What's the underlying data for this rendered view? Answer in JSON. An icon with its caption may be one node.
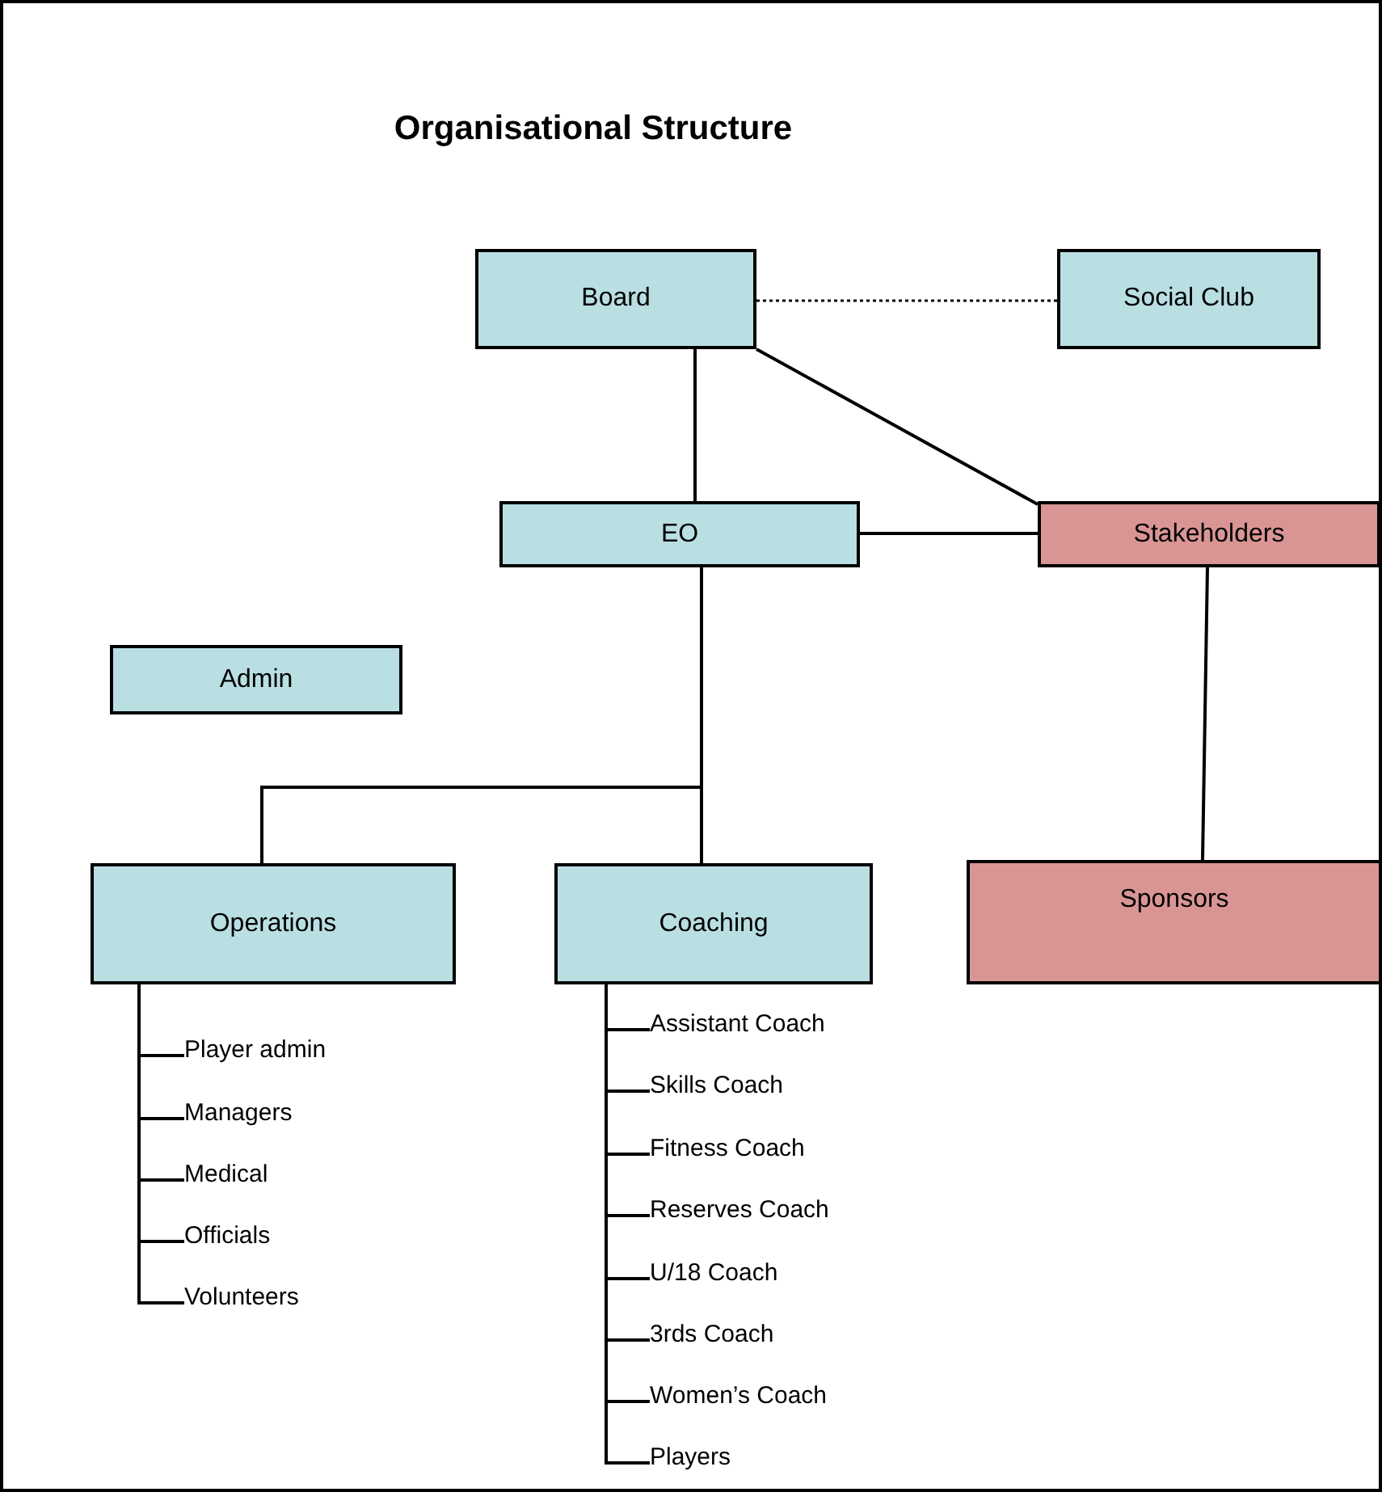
{
  "diagram": {
    "title": "Organisational Structure",
    "nodes": [
      {
        "text": [
          "Board"
        ]
      },
      {
        "text": [
          "Social Club"
        ]
      },
      {
        "text": [
          "EO"
        ]
      },
      {
        "text": [
          "Stakeholders"
        ]
      },
      {
        "text": [
          "Admin"
        ]
      },
      {
        "text": [
          "Operations"
        ]
      },
      {
        "text": [
          "Coaching"
        ]
      },
      {
        "text": [
          "Sponsors"
        ]
      },
      {
        "text": [
          "Player admin"
        ]
      },
      {
        "text": [
          "Managers"
        ]
      },
      {
        "text": [
          "Medical"
        ]
      },
      {
        "text": [
          "Officials"
        ]
      },
      {
        "text": [
          "Volunteers"
        ]
      },
      {
        "text": [
          "Assistant Coach"
        ]
      },
      {
        "text": [
          "Skills Coach"
        ]
      },
      {
        "text": [
          "Fitness Coach"
        ]
      },
      {
        "text": [
          "Reserves Coach"
        ]
      },
      {
        "text": [
          "U/18 Coach"
        ]
      },
      {
        "text": [
          "3rds Coach"
        ]
      },
      {
        "text": [
          "Women’s Coach"
        ]
      },
      {
        "text": [
          "Players"
        ]
      }
    ],
    "edges": [
      {
        "from": 0,
        "to": 1,
        "arrow": "none",
        "style": "dashed"
      },
      {
        "from": 0,
        "to": 2,
        "arrow": "none"
      },
      {
        "from": 0,
        "to": 3,
        "arrow": "none"
      },
      {
        "from": 2,
        "to": 3,
        "arrow": "none"
      },
      {
        "from": 2,
        "to": 5,
        "arrow": "none"
      },
      {
        "from": 2,
        "to": 6,
        "arrow": "none"
      },
      {
        "from": 3,
        "to": 7,
        "arrow": "none"
      },
      {
        "from": 5,
        "to": 8,
        "arrow": "none"
      },
      {
        "from": 5,
        "to": 9,
        "arrow": "none"
      },
      {
        "from": 5,
        "to": 10,
        "arrow": "none"
      },
      {
        "from": 5,
        "to": 11,
        "arrow": "none"
      },
      {
        "from": 5,
        "to": 12,
        "arrow": "none"
      },
      {
        "from": 6,
        "to": 13,
        "arrow": "none"
      },
      {
        "from": 6,
        "to": 14,
        "arrow": "none"
      },
      {
        "from": 6,
        "to": 15,
        "arrow": "none"
      },
      {
        "from": 6,
        "to": 16,
        "arrow": "none"
      },
      {
        "from": 6,
        "to": 17,
        "arrow": "none"
      },
      {
        "from": 6,
        "to": 18,
        "arrow": "none"
      },
      {
        "from": 6,
        "to": 19,
        "arrow": "none"
      },
      {
        "from": 6,
        "to": 20,
        "arrow": "none"
      }
    ]
  }
}
